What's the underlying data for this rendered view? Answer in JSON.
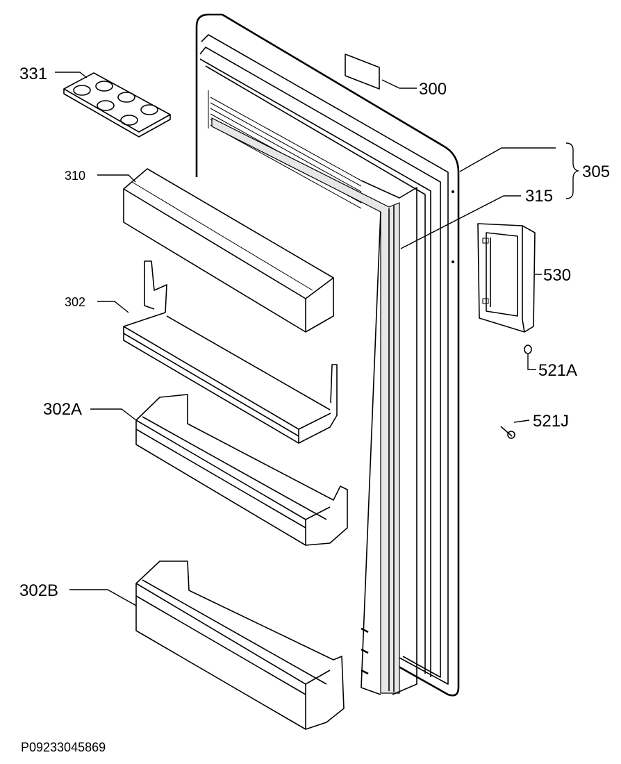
{
  "labels": {
    "l331": "331",
    "l300": "300",
    "l310": "310",
    "l305": "305",
    "l315": "315",
    "l302": "302",
    "l530": "530",
    "l521a": "521A",
    "l302a": "302A",
    "l521j": "521J",
    "l302b": "302B"
  },
  "footer": {
    "code": "P09233045869"
  }
}
